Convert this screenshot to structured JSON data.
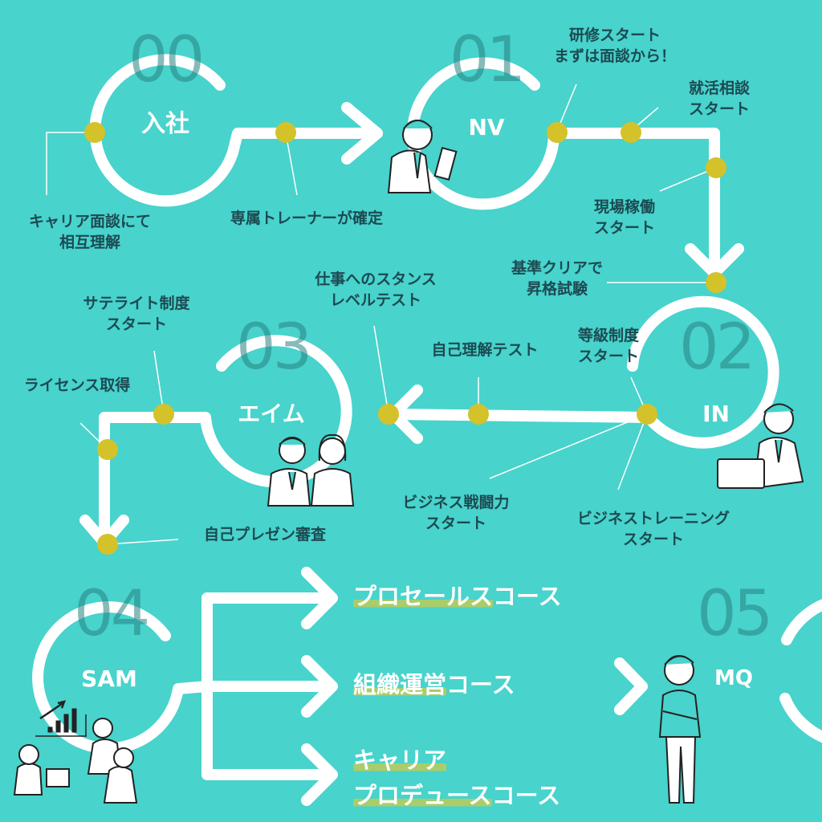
{
  "colors": {
    "background": "#48d3cc",
    "path": "#ffffff",
    "milestone_dot": "#d4c22a",
    "label_text": "#1c4a52",
    "stage_number": "#2a8686",
    "highlight": "#a9cd6a"
  },
  "stages": [
    {
      "number": "00",
      "name": "入社"
    },
    {
      "number": "01",
      "name": "NV"
    },
    {
      "number": "02",
      "name": "IN"
    },
    {
      "number": "03",
      "name": "エイム"
    },
    {
      "number": "04",
      "name": "SAM"
    },
    {
      "number": "05",
      "name": "MQ"
    }
  ],
  "milestones": {
    "s00_career_interview": [
      "キャリア面談にて",
      "相互理解"
    ],
    "s00_trainer": [
      "専属トレーナーが確定"
    ],
    "s01_training": [
      "研修スタート",
      "まずは面談から！"
    ],
    "s01_job_hunting": [
      "就活相談",
      "スタート"
    ],
    "s01_field_work": [
      "現場稼働",
      "スタート"
    ],
    "s01_promotion_exam": [
      "基準クリアで",
      "昇格試験"
    ],
    "s02_grade_system": [
      "等級制度",
      "スタート"
    ],
    "s02_self_understanding": [
      "自己理解テスト"
    ],
    "s02_stance_test": [
      "仕事へのスタンス",
      "レベルテスト"
    ],
    "s02_business_combat": [
      "ビジネス戦闘力",
      "スタート"
    ],
    "s02_business_training": [
      "ビジネストレーニング",
      "スタート"
    ],
    "s03_satellite": [
      "サテライト制度",
      "スタート"
    ],
    "s03_license": [
      "ライセンス取得"
    ],
    "s03_self_presentation": [
      "自己プレゼン審査"
    ]
  },
  "courses": [
    {
      "highlight": "プロセールス",
      "rest": "コース"
    },
    {
      "highlight": "組織運営",
      "rest": "コース"
    },
    {
      "highlight_line1": "キャリア",
      "highlight_line2": "プロデュース",
      "rest": "コース"
    }
  ],
  "icons": {
    "arrow": "arrow-icon",
    "person": "person-illustration",
    "chart": "bar-chart-icon"
  }
}
